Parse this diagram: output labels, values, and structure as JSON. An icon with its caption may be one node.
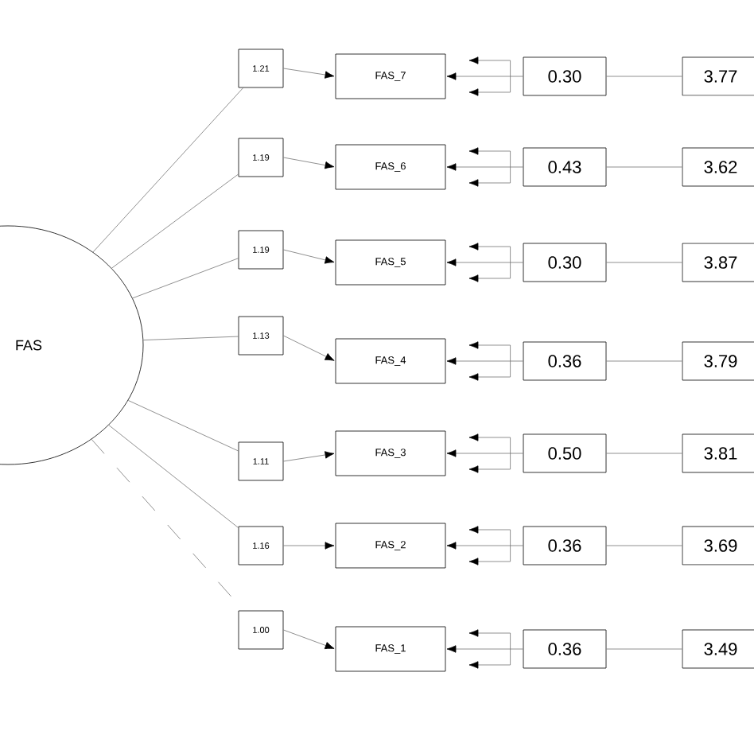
{
  "diagram": {
    "nodes": [
      {
        "text": [
          "FAS"
        ]
      },
      {
        "text": [
          "1.21"
        ]
      },
      {
        "text": [
          "FAS_7"
        ]
      },
      {
        "text": [
          "0.30"
        ]
      },
      {
        "text": [
          "3.77"
        ]
      },
      {
        "text": [
          "1.19"
        ]
      },
      {
        "text": [
          "FAS_6"
        ]
      },
      {
        "text": [
          "0.43"
        ]
      },
      {
        "text": [
          "3.62"
        ]
      },
      {
        "text": [
          "1.19"
        ]
      },
      {
        "text": [
          "FAS_5"
        ]
      },
      {
        "text": [
          "0.30"
        ]
      },
      {
        "text": [
          "3.87"
        ]
      },
      {
        "text": [
          "1.13"
        ]
      },
      {
        "text": [
          "FAS_4"
        ]
      },
      {
        "text": [
          "0.36"
        ]
      },
      {
        "text": [
          "3.79"
        ]
      },
      {
        "text": [
          "1.11"
        ]
      },
      {
        "text": [
          "FAS_3"
        ]
      },
      {
        "text": [
          "0.50"
        ]
      },
      {
        "text": [
          "3.81"
        ]
      },
      {
        "text": [
          "1.16"
        ]
      },
      {
        "text": [
          "FAS_2"
        ]
      },
      {
        "text": [
          "0.36"
        ]
      },
      {
        "text": [
          "3.69"
        ]
      },
      {
        "text": [
          "1.00"
        ]
      },
      {
        "text": [
          "FAS_1"
        ]
      },
      {
        "text": [
          "0.36"
        ]
      },
      {
        "text": [
          "3.49"
        ]
      }
    ],
    "edges": [
      {
        "from": 0,
        "to": 1,
        "arrow": "none"
      },
      {
        "from": 1,
        "to": 2,
        "arrow": "to"
      },
      {
        "from": 3,
        "to": 2,
        "arrow": "to"
      },
      {
        "from": 3,
        "to": 4,
        "arrow": "none"
      },
      {
        "from": 0,
        "to": 5,
        "arrow": "none"
      },
      {
        "from": 5,
        "to": 6,
        "arrow": "to"
      },
      {
        "from": 7,
        "to": 6,
        "arrow": "to"
      },
      {
        "from": 7,
        "to": 8,
        "arrow": "none"
      },
      {
        "from": 0,
        "to": 9,
        "arrow": "none"
      },
      {
        "from": 9,
        "to": 10,
        "arrow": "to"
      },
      {
        "from": 11,
        "to": 10,
        "arrow": "to"
      },
      {
        "from": 11,
        "to": 12,
        "arrow": "none"
      },
      {
        "from": 0,
        "to": 13,
        "arrow": "none"
      },
      {
        "from": 13,
        "to": 14,
        "arrow": "to"
      },
      {
        "from": 15,
        "to": 14,
        "arrow": "to"
      },
      {
        "from": 15,
        "to": 16,
        "arrow": "none"
      },
      {
        "from": 0,
        "to": 17,
        "arrow": "none"
      },
      {
        "from": 17,
        "to": 18,
        "arrow": "to"
      },
      {
        "from": 19,
        "to": 18,
        "arrow": "to"
      },
      {
        "from": 19,
        "to": 20,
        "arrow": "none"
      },
      {
        "from": 0,
        "to": 21,
        "arrow": "none"
      },
      {
        "from": 21,
        "to": 22,
        "arrow": "to"
      },
      {
        "from": 23,
        "to": 22,
        "arrow": "to"
      },
      {
        "from": 23,
        "to": 24,
        "arrow": "none"
      },
      {
        "from": 0,
        "to": 25,
        "arrow": "none",
        "style": "dashed"
      },
      {
        "from": 25,
        "to": 26,
        "arrow": "to"
      },
      {
        "from": 27,
        "to": 26,
        "arrow": "to"
      },
      {
        "from": 27,
        "to": 28,
        "arrow": "none"
      }
    ]
  }
}
